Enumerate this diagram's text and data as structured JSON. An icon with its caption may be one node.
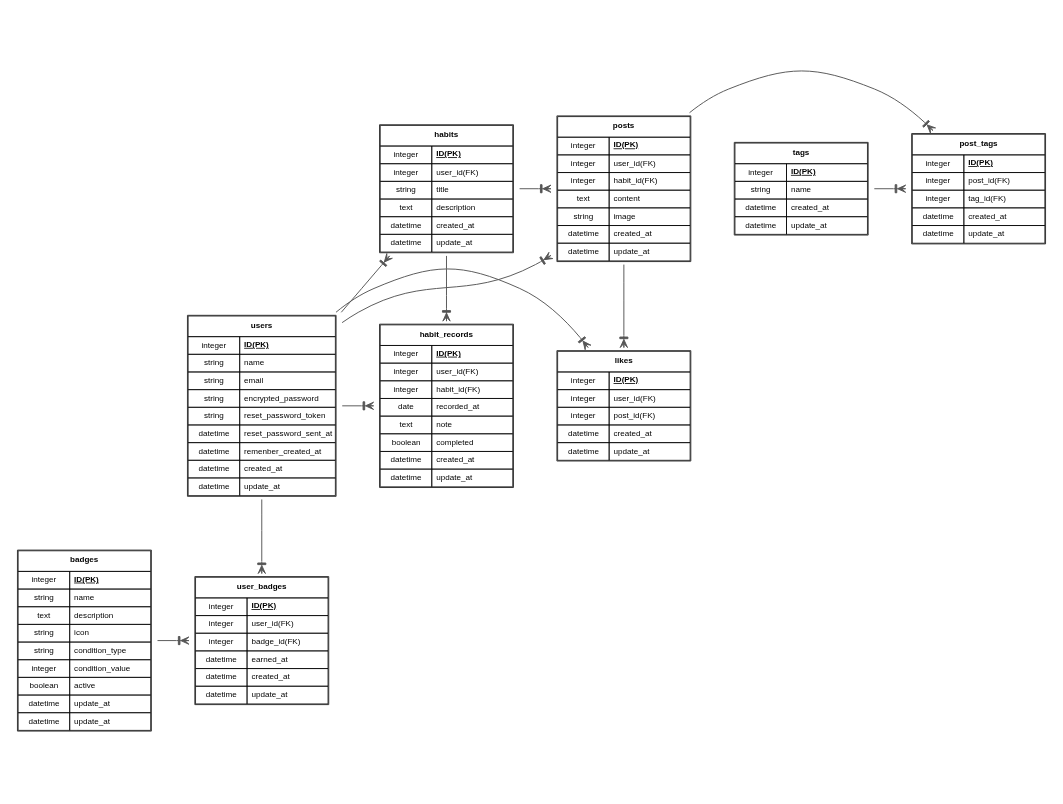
{
  "diagram": {
    "nodes": [
      {
        "text": [
          "habits",
          "integer",
          "ID(PK)",
          "integer",
          "user_id(FK)",
          "string",
          "title",
          "text",
          "description",
          "datetime",
          "created_at",
          "datetime",
          "update_at"
        ]
      },
      {
        "text": [
          "posts",
          "integer",
          "ID(PK)",
          "integer",
          "user_id(FK)",
          "integer",
          "habit_id(FK)",
          "text",
          "content",
          "string",
          "image",
          "datetime",
          "created_at",
          "datetime",
          "update_at"
        ]
      },
      {
        "text": [
          "post_tags",
          "integer",
          "ID(PK)",
          "integer",
          "post_id(FK)",
          "integer",
          "tag_id(FK)",
          "datetime",
          "created_at",
          "datetime",
          "update_at"
        ]
      },
      {
        "text": [
          "tags",
          "integer",
          "ID(PK)",
          "string",
          "name",
          "datetime",
          "created_at",
          "datetime",
          "update_at"
        ]
      },
      {
        "text": [
          "habit_records",
          "integer",
          "ID(PK)",
          "integer",
          "user_id(FK)",
          "integer",
          "habit_id(FK)",
          "date",
          "recorded_at",
          "text",
          "note",
          "boolean",
          "completed",
          "datetime",
          "created_at",
          "datetime",
          "update_at"
        ]
      },
      {
        "text": [
          "users",
          "integer",
          "ID(PK)",
          "string",
          "name",
          "string",
          "email",
          "string",
          "encrypted_password",
          "string",
          "reset_password_token",
          "datetime",
          "reset_password_sent_at",
          "datetime",
          "remenber_created_at",
          "datetime",
          "created_at",
          "datetime",
          "update_at"
        ]
      },
      {
        "text": [
          "likes",
          "integer",
          "ID(PK)",
          "integer",
          "user_id(FK)",
          "integer",
          "post_id(FK)",
          "datetime",
          "created_at",
          "datetime",
          "update_at"
        ]
      },
      {
        "text": [
          "user_badges",
          "integer",
          "ID(PK)",
          "integer",
          "user_id(FK)",
          "integer",
          "badge_id(FK)",
          "datetime",
          "earned_at",
          "datetime",
          "created_at",
          "datetime",
          "update_at"
        ]
      },
      {
        "text": [
          "badges",
          "integer",
          "ID(PK)",
          "string",
          "name",
          "text",
          "description",
          "string",
          "icon",
          "string",
          "condition_type",
          "integer",
          "condition_value",
          "boolean",
          "active",
          "datetime",
          "update_at",
          "datetime",
          "update_at"
        ]
      }
    ],
    "edges": [
      {
        "from": 0,
        "to": 1,
        "arrow": "other"
      },
      {
        "from": 1,
        "to": 2,
        "arrow": "other"
      },
      {
        "from": 3,
        "to": 2,
        "arrow": "other"
      },
      {
        "from": 0,
        "to": 4,
        "arrow": "other"
      },
      {
        "from": 5,
        "to": 0,
        "arrow": "other"
      },
      {
        "from": 5,
        "to": 1,
        "arrow": "other"
      },
      {
        "from": 5,
        "to": 4,
        "arrow": "other"
      },
      {
        "from": 5,
        "to": 6,
        "arrow": "other"
      },
      {
        "from": 1,
        "to": 6,
        "arrow": "other"
      },
      {
        "from": 5,
        "to": 7,
        "arrow": "other"
      },
      {
        "from": 8,
        "to": 7,
        "arrow": "other"
      }
    ]
  }
}
